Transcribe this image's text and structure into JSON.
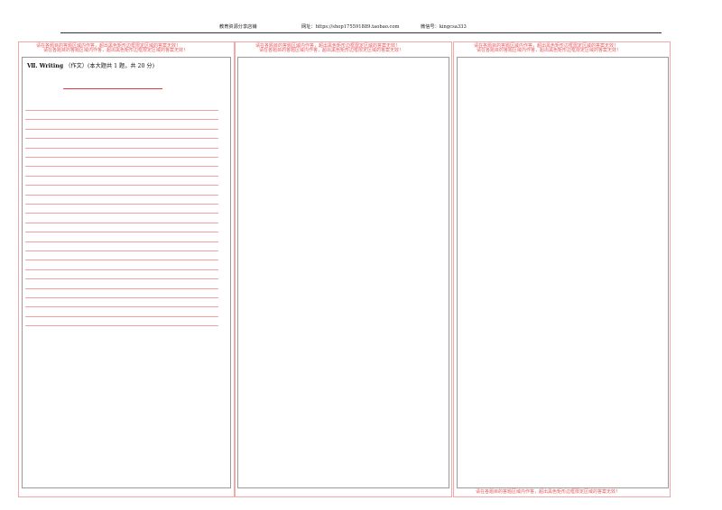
{
  "header": {
    "shop_name": "教育资源分享店铺",
    "website": "网址：https://shop175591889.taobao.com",
    "wechat": "微信号：kingcsa333"
  },
  "warning_text": "请在各题目的答题区域内作答，超出黑色矩形边框限定区域的答案无效！",
  "section": {
    "numeral": "Ⅶ.",
    "title": "Writing",
    "subtitle": "（作文）(本大题共 1 题，共 20 分)"
  },
  "writing_line_count": 24
}
